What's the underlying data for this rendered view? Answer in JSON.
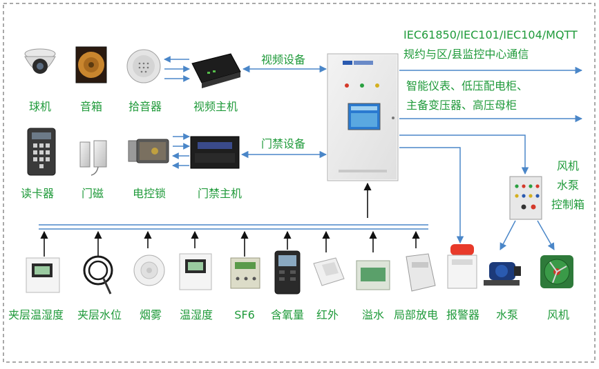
{
  "colors": {
    "label_green": "#1f9a3a",
    "label_blue": "#1d63b8",
    "line_blue": "#4a86c8",
    "border_gray": "#8c8c8c"
  },
  "top_devices": {
    "dome_camera": "球机",
    "speaker": "音箱",
    "microphone": "拾音器",
    "video_host": "视频主机"
  },
  "access_devices": {
    "card_reader": "读卡器",
    "door_magnet": "门磁",
    "electric_lock": "电控锁",
    "access_host": "门禁主机"
  },
  "links": {
    "video_equipment": "视频设备",
    "access_equipment": "门禁设备"
  },
  "protocol": {
    "line1": "IEC61850/IEC101/IEC104/MQTT",
    "line2": "规约与区/县监控中心通信"
  },
  "devices_info": {
    "line1": "智能仪表、低压配电柜、",
    "line2": "主备变压器、高压母柜"
  },
  "control_box": {
    "line1": "风机",
    "line2": "水泵",
    "line3": "控制箱"
  },
  "sensors": [
    {
      "label": "夹层温湿度",
      "icon": "temp-humidity-sensor-icon"
    },
    {
      "label": "夹层水位",
      "icon": "water-level-probe-icon"
    },
    {
      "label": "烟雾",
      "icon": "smoke-detector-icon"
    },
    {
      "label": "温湿度",
      "icon": "temp-humidity-sensor-icon"
    },
    {
      "label": "SF6",
      "icon": "sf6-sensor-icon"
    },
    {
      "label": "含氧量",
      "icon": "oxygen-meter-icon"
    },
    {
      "label": "红外",
      "icon": "infrared-sensor-icon"
    },
    {
      "label": "溢水",
      "icon": "overflow-sensor-icon"
    },
    {
      "label": "局部放电",
      "icon": "partial-discharge-sensor-icon"
    }
  ],
  "outputs": {
    "alarm": "报警器",
    "pump": "水泵",
    "fan": "风机"
  }
}
